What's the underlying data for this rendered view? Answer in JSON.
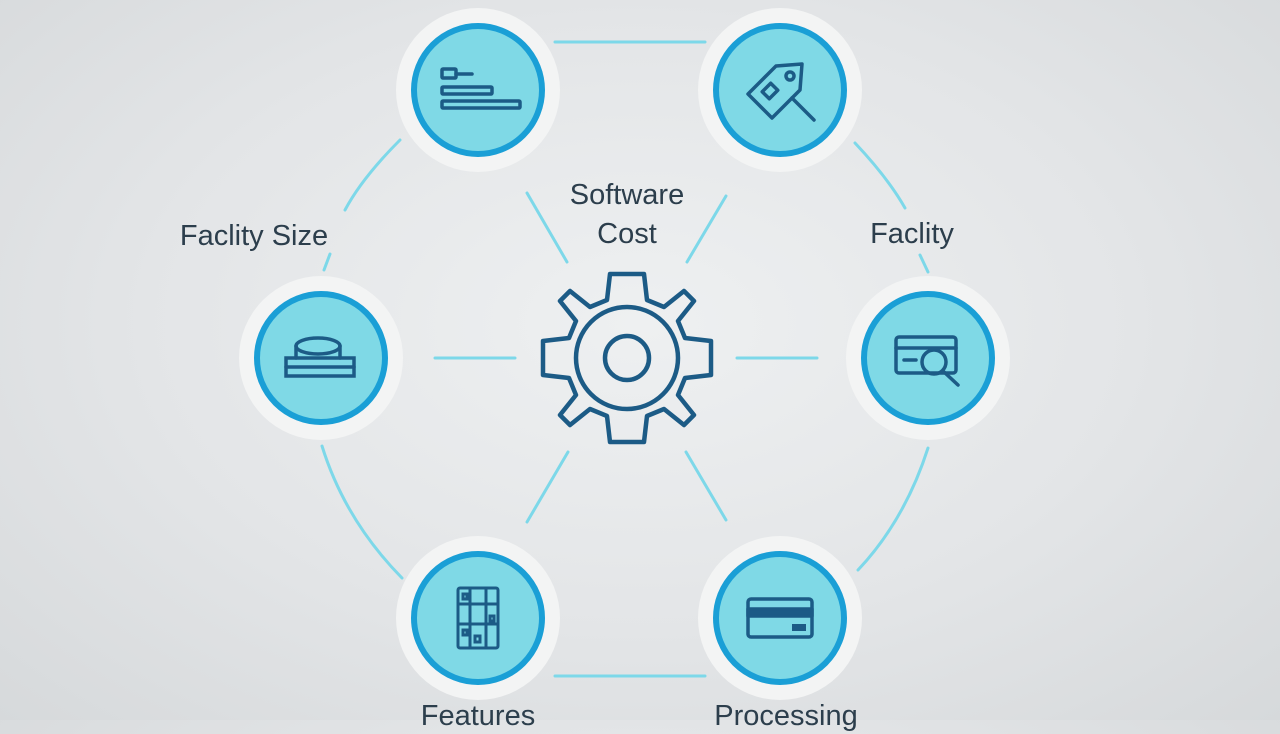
{
  "diagram": {
    "center_label_line1": "Software",
    "center_label_line2": "Cost",
    "nodes": [
      {
        "id": "top-left",
        "icon": "gantt-bars-icon"
      },
      {
        "id": "top-right",
        "icon": "price-tag-icon"
      },
      {
        "id": "mid-left",
        "icon": "database-disk-icon"
      },
      {
        "id": "mid-right",
        "icon": "card-search-icon"
      },
      {
        "id": "bottom-left",
        "icon": "circuit-board-icon"
      },
      {
        "id": "bottom-right",
        "icon": "credit-card-icon"
      }
    ],
    "labels": {
      "facility_size": "Faclity Size",
      "facility": "Faclity",
      "features": "Features",
      "processing": "Processing"
    },
    "colors": {
      "ring": "#1a9fd6",
      "fill": "#7fd9e6",
      "halo": "#f3f4f4",
      "stroke": "#1c5b86",
      "connector": "#7dd8e9",
      "text": "#2c3e4c"
    }
  }
}
